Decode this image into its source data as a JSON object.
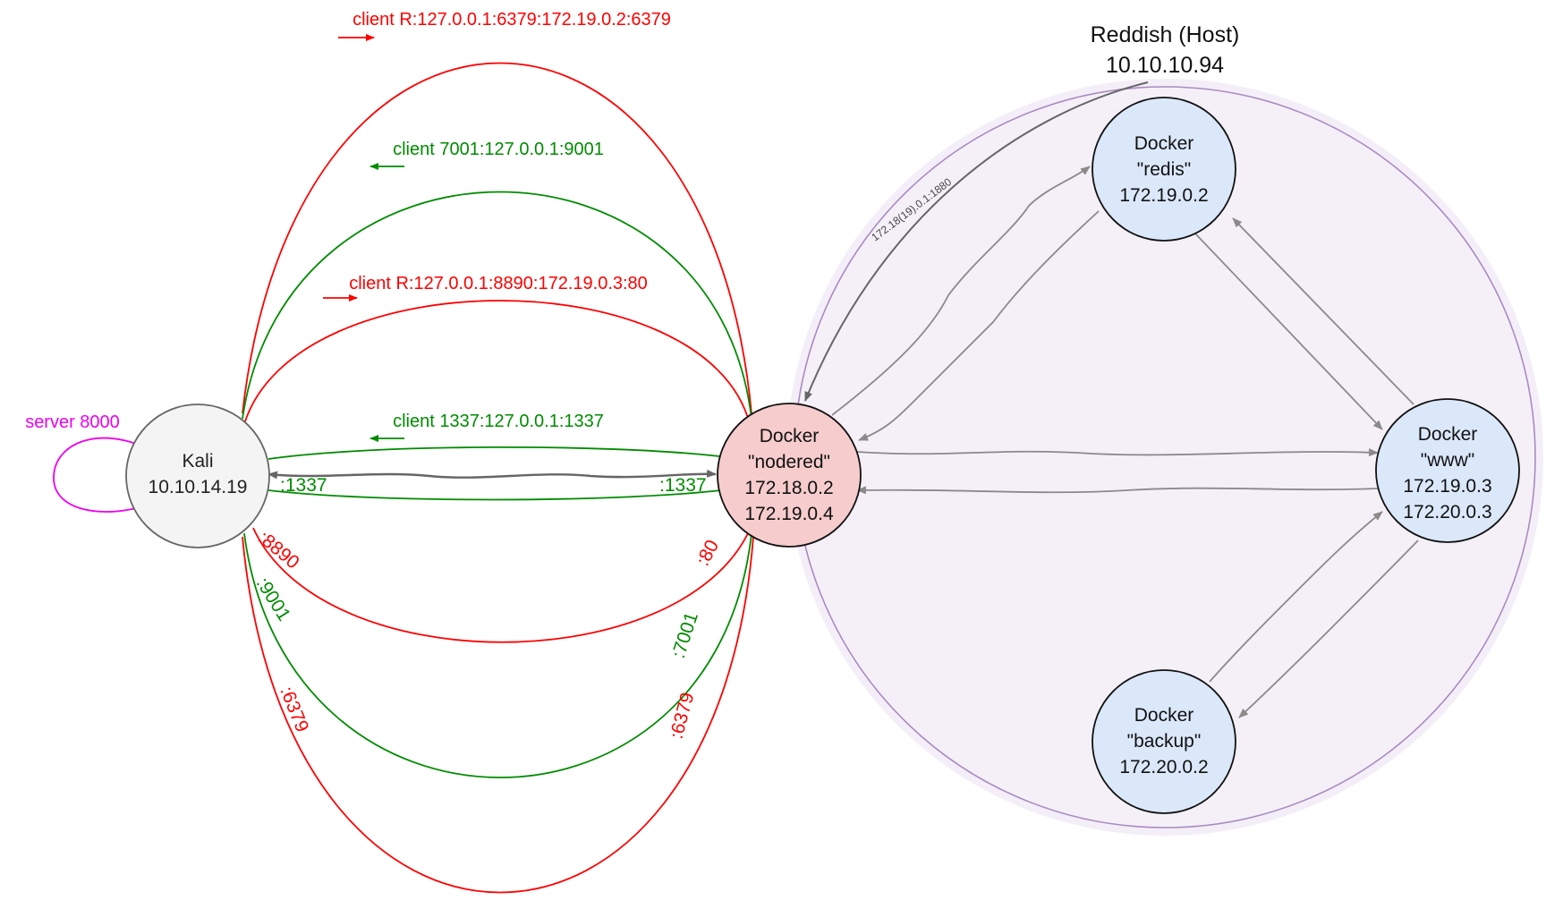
{
  "host": {
    "title": "Reddish (Host)",
    "ip": "10.10.10.94",
    "tunnel_label": "172.18(19).0.1:1880"
  },
  "nodes": {
    "kali": {
      "name": "Kali",
      "ip": "10.10.14.19"
    },
    "nodered": {
      "name": "Docker",
      "alias": "\"nodered\"",
      "ip1": "172.18.0.2",
      "ip2": "172.19.0.4"
    },
    "redis": {
      "name": "Docker",
      "alias": "\"redis\"",
      "ip1": "172.19.0.2"
    },
    "www": {
      "name": "Docker",
      "alias": "\"www\"",
      "ip1": "172.19.0.3",
      "ip2": "172.20.0.3"
    },
    "backup": {
      "name": "Docker",
      "alias": "\"backup\"",
      "ip1": "172.20.0.2"
    }
  },
  "tunnels": {
    "server": "server 8000",
    "r6379": "client R:127.0.0.1:6379:172.19.0.2:6379",
    "l7001": "client 7001:127.0.0.1:9001",
    "r8890": "client R:127.0.0.1:8890:172.19.0.3:80",
    "l1337": "client 1337:127.0.0.1:1337"
  },
  "ports": {
    "kali_1337": ":1337",
    "nodered_1337": ":1337",
    "kali_8890": ":8890",
    "nodered_80": ":80",
    "kali_9001": ":9001",
    "nodered_7001": ":7001",
    "kali_6379": ":6379",
    "nodered_6379": ":6379"
  },
  "colors": {
    "red": "#ff0000",
    "green": "#008c00",
    "magenta": "#ee00ee",
    "gray": "#666666",
    "edge_gray": "#888888",
    "host_fill": "#f5f0f8",
    "host_stroke": "#a98bc0",
    "kali_fill": "#f4f4f4",
    "nodered_fill": "#f6cccc",
    "docker_fill": "#dbe8fa"
  }
}
